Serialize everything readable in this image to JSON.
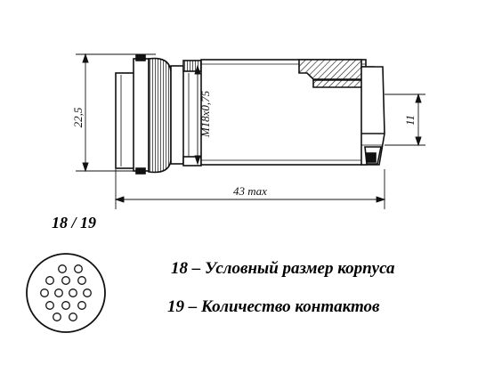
{
  "dimensions": {
    "height": "22,5",
    "thread": "M18x0,75",
    "wrench": "11",
    "length": "43 max"
  },
  "designation": "18 / 19",
  "legend": [
    "18 – Условный размер корпуса",
    "19 –  Количество контактов"
  ],
  "colors": {
    "line": "#111111",
    "text": "#000000",
    "background": "#ffffff"
  }
}
